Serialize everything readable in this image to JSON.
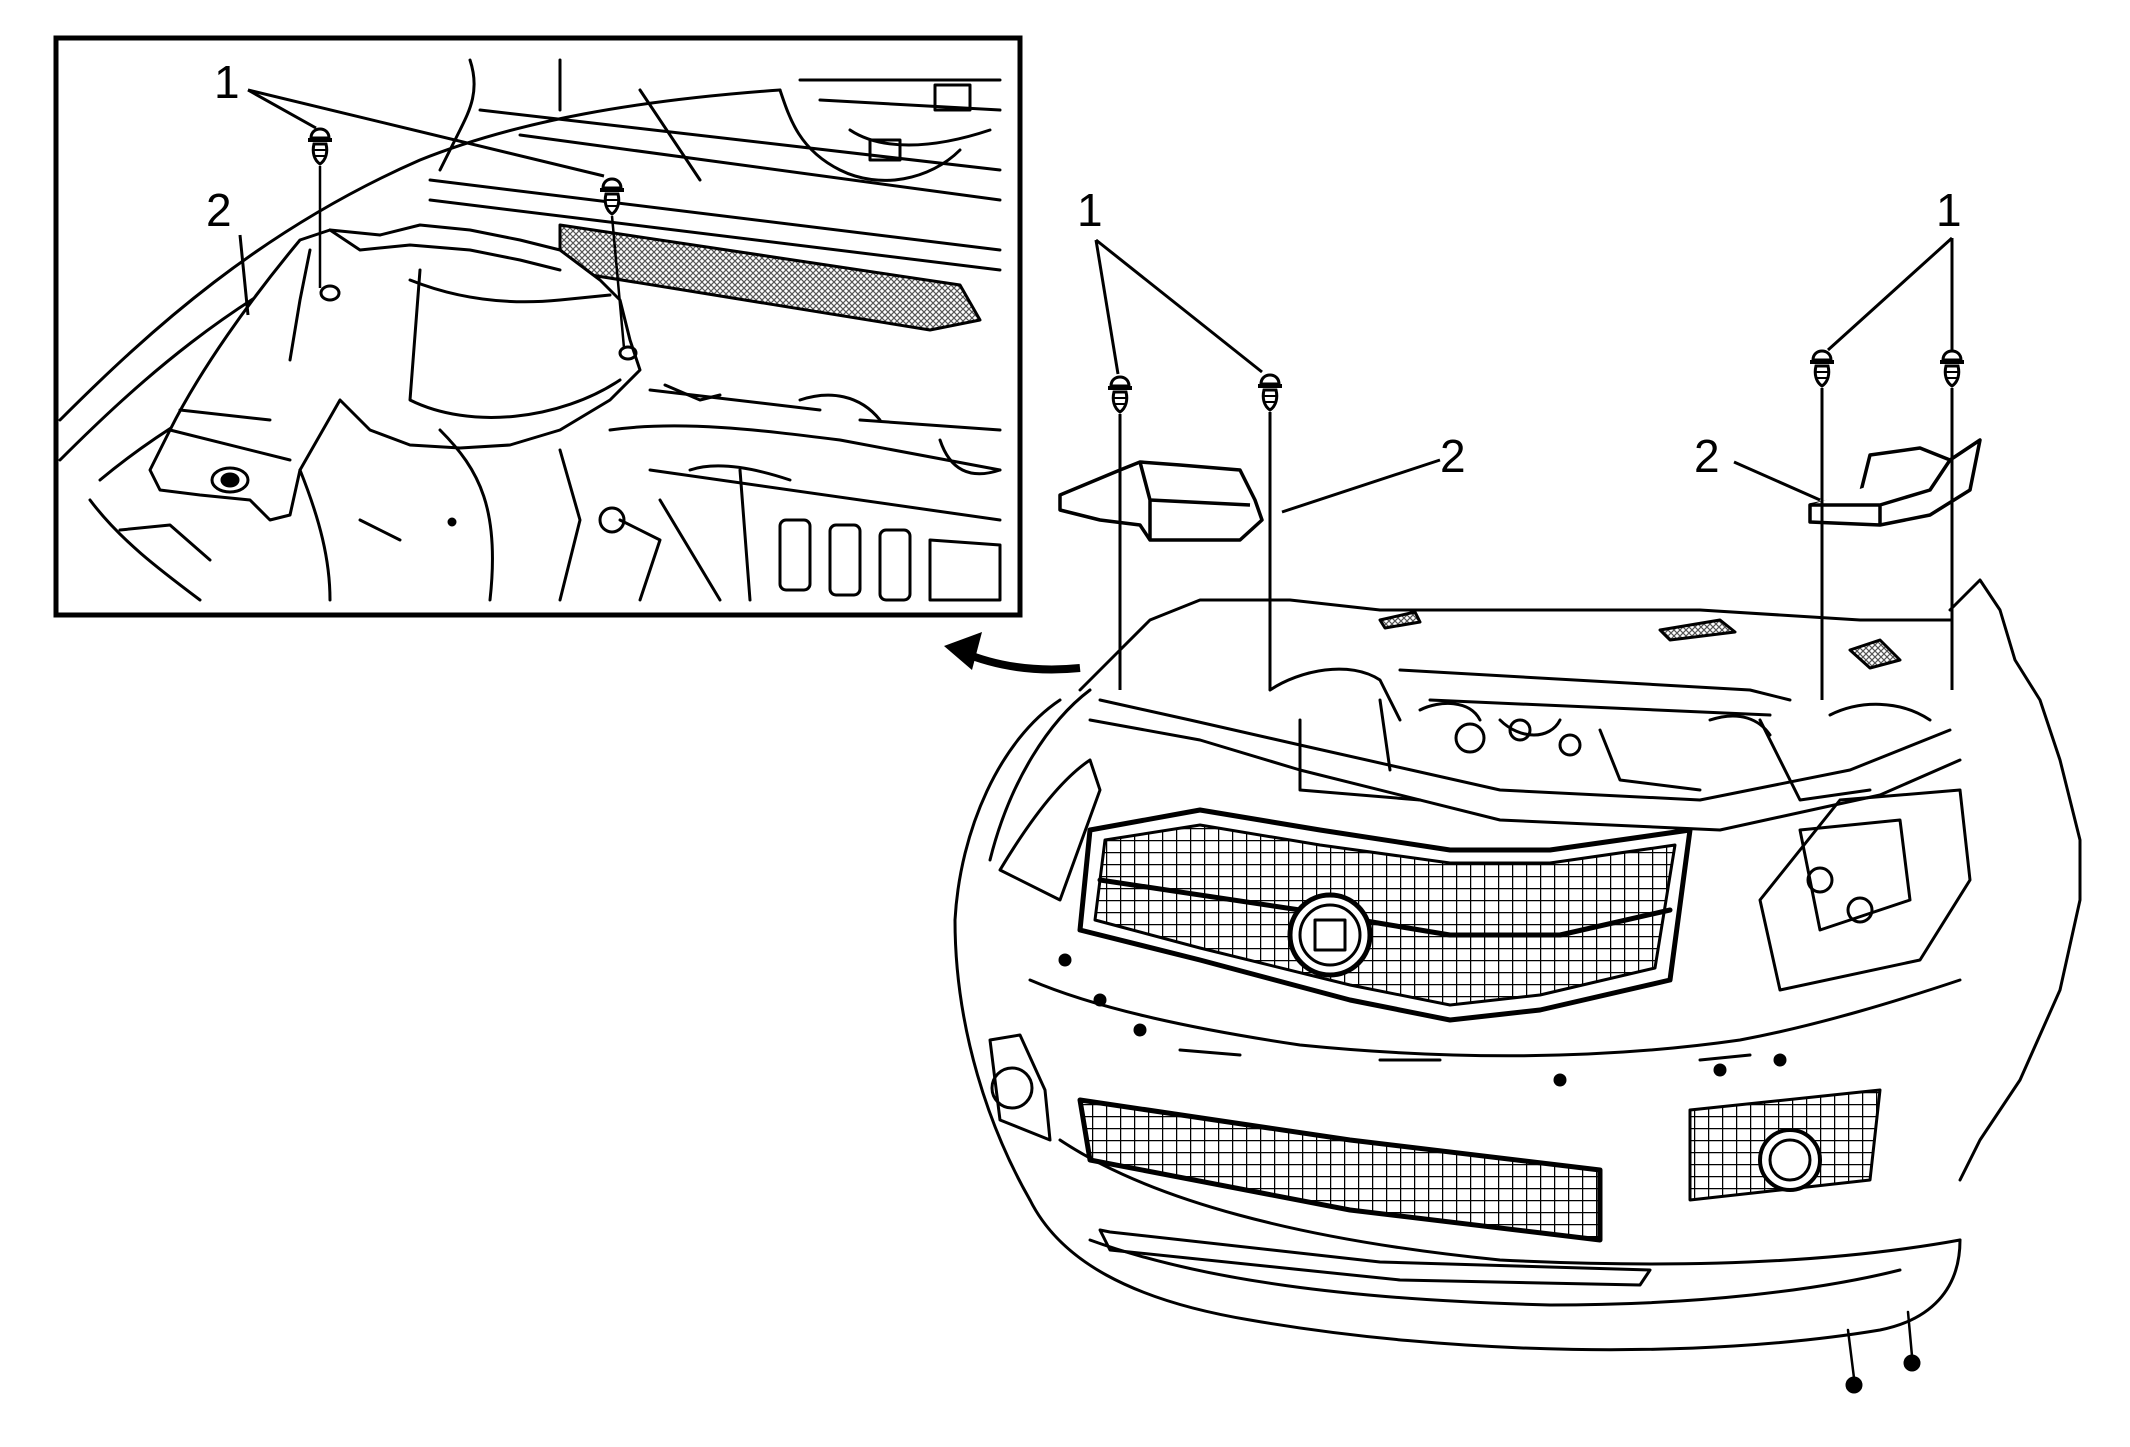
{
  "diagram": {
    "callouts": {
      "inset_fastener": "1",
      "inset_panel": "2",
      "left_fastener": "1",
      "left_panel": "2",
      "right_fastener": "1",
      "right_panel": "2"
    }
  },
  "colors": {
    "line": "#000000",
    "background": "#ffffff",
    "mesh_fill": "#555555"
  },
  "icons": [
    "push-pin-retainer-icon",
    "direction-arrow-icon"
  ]
}
